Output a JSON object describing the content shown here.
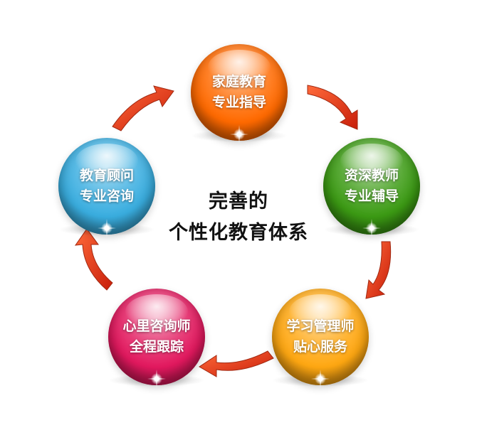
{
  "center_title": {
    "line1": "完善的",
    "line2": "个性化教育体系"
  },
  "nodes": [
    {
      "line1": "家庭教育",
      "line2": "专业指导",
      "color": "#ff6a00"
    },
    {
      "line1": "资深教师",
      "line2": "专业辅导",
      "color": "#3c9b14"
    },
    {
      "line1": "学习管理师",
      "line2": "贴心服务",
      "color": "#ffa812"
    },
    {
      "line1": "心里咨询师",
      "line2": "全程跟踪",
      "color": "#e3195f"
    },
    {
      "line1": "教育顾问",
      "line2": "专业咨询",
      "color": "#3aaee0"
    }
  ],
  "arrow_color": "#e63a1a"
}
